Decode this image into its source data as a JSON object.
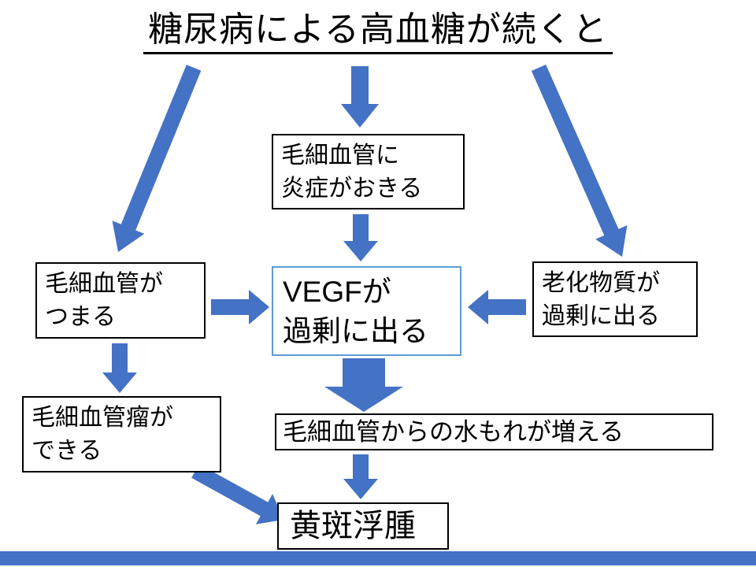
{
  "title": "糖尿病による高血糖が続くと",
  "boxes": {
    "inflammation": {
      "label": "毛細血管に\n炎症がおきる"
    },
    "clog": {
      "label": "毛細血管が\nつまる"
    },
    "vegf": {
      "label": "VEGFが\n過剰に出る"
    },
    "aging": {
      "label": "老化物質が\n過剰に出る"
    },
    "aneurysm": {
      "label": "毛細血管瘤が\nできる"
    },
    "leak": {
      "label": "毛細血管からの水もれが増える"
    },
    "edema": {
      "label": "黄斑浮腫"
    }
  },
  "edges": [
    {
      "from": "title",
      "to": "clog",
      "style": "diagonal"
    },
    {
      "from": "title",
      "to": "inflammation",
      "style": "straight"
    },
    {
      "from": "title",
      "to": "aging",
      "style": "diagonal"
    },
    {
      "from": "inflammation",
      "to": "vegf",
      "style": "straight"
    },
    {
      "from": "clog",
      "to": "vegf",
      "style": "straight"
    },
    {
      "from": "aging",
      "to": "vegf",
      "style": "straight"
    },
    {
      "from": "clog",
      "to": "aneurysm",
      "style": "straight"
    },
    {
      "from": "vegf",
      "to": "leak",
      "style": "large"
    },
    {
      "from": "leak",
      "to": "edema",
      "style": "straight"
    },
    {
      "from": "aneurysm",
      "to": "edema",
      "style": "diagonal"
    }
  ],
  "colors": {
    "arrow": "#4472C4",
    "vegf_border": "#5B9BD5",
    "box_border": "#000000",
    "bottom_bar": "#4472C4",
    "background": "#FFFFFF"
  }
}
